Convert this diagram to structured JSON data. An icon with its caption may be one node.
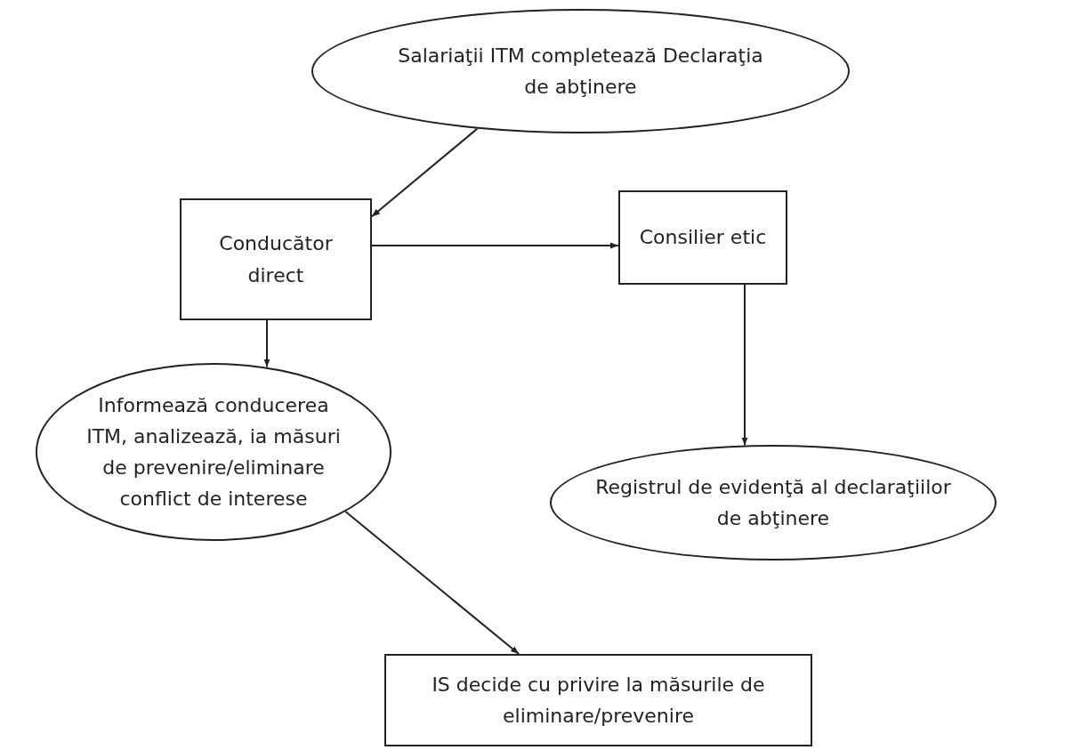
{
  "diagram": {
    "nodes": [
      {
        "text": [
          "Salariaţii ITM completează Declaraţia de abţinere"
        ]
      },
      {
        "text": [
          "Conducător direct"
        ]
      },
      {
        "text": [
          "Consilier etic"
        ]
      },
      {
        "text": [
          "Informează conducerea ITM, analizează, ia măsuri de prevenire/eliminare conflict de interese"
        ]
      },
      {
        "text": [
          "Registrul de evidenţă al declaraţiilor de abţinere"
        ]
      },
      {
        "text": [
          "IS decide cu privire la măsurile de eliminare/prevenire"
        ]
      }
    ],
    "edges": [
      {
        "from": 0,
        "to": 1,
        "arrow": "to"
      },
      {
        "from": 1,
        "to": 2,
        "arrow": "to"
      },
      {
        "from": 1,
        "to": 3,
        "arrow": "to"
      },
      {
        "from": 2,
        "to": 4,
        "arrow": "to"
      },
      {
        "from": 3,
        "to": 5,
        "arrow": "to"
      }
    ]
  }
}
